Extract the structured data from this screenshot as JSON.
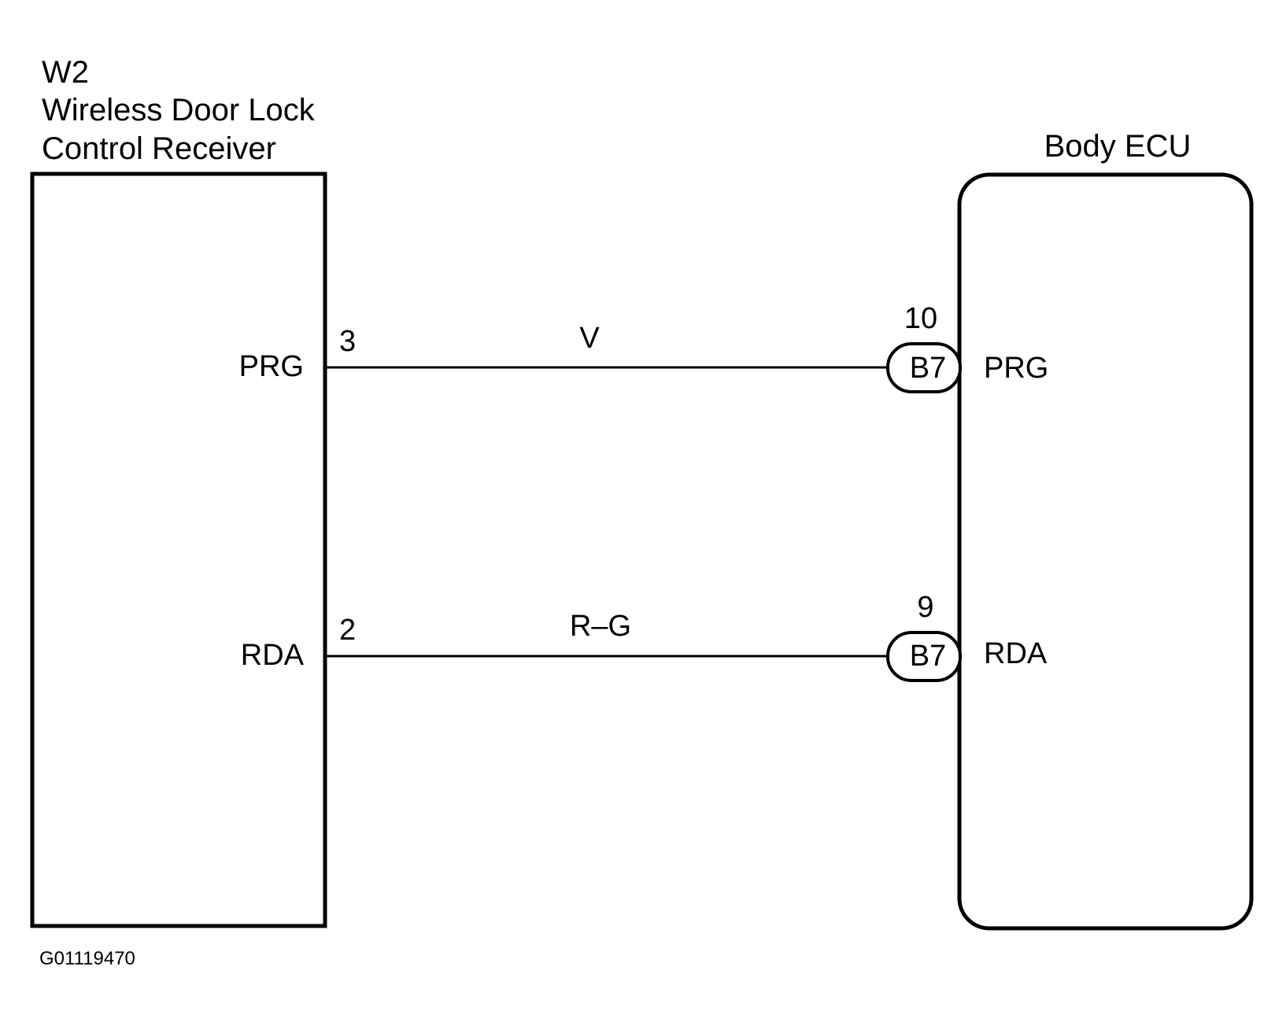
{
  "left_component": {
    "code": "W2",
    "name_line1": "Wireless Door Lock",
    "name_line2": "Control Receiver",
    "terminals": [
      {
        "pin": "3",
        "signal": "PRG"
      },
      {
        "pin": "2",
        "signal": "RDA"
      }
    ]
  },
  "right_component": {
    "name": "Body ECU",
    "terminals": [
      {
        "pin": "10",
        "connector": "B7",
        "signal": "PRG"
      },
      {
        "pin": "9",
        "connector": "B7",
        "signal": "RDA"
      }
    ]
  },
  "wires": [
    {
      "color_code": "V"
    },
    {
      "color_code": "R–G"
    }
  ],
  "figure_id": "G01119470"
}
